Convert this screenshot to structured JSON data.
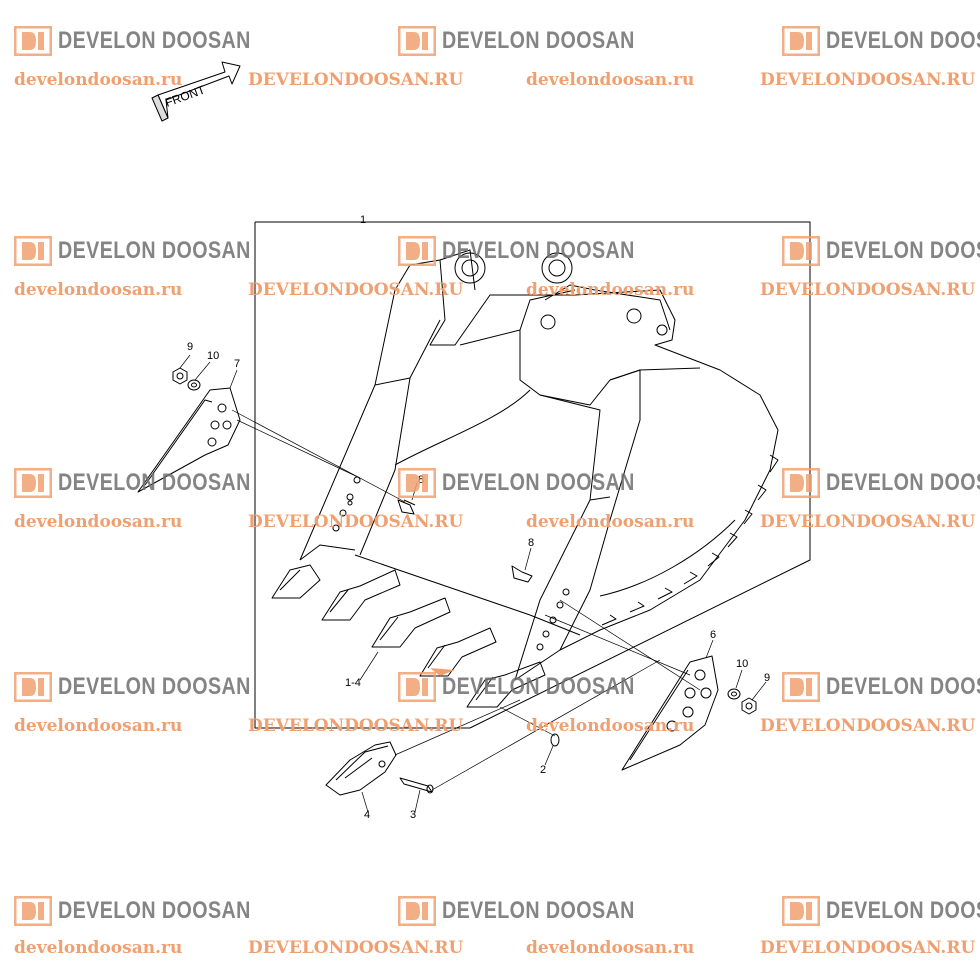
{
  "watermark": {
    "brand": "DEVELON DOOSAN",
    "url_lower": "develondoosan.ru",
    "url_upper": "DEVELONDOOSAN.RU",
    "brand_color": "#6f6f6f",
    "logo_color": "#f0a070"
  },
  "front_arrow": {
    "label": "FRONT"
  },
  "callouts": {
    "bucket_assembly": "1",
    "bolt_left": "8",
    "bolt_right": "8",
    "teeth_group": "1-4",
    "lock_washer_2": "2",
    "pin_3": "3",
    "tooth_4": "4",
    "side_cutter_right": "6",
    "side_cutter_left": "7",
    "washer_left": "10",
    "nut_left": "9",
    "washer_right": "10",
    "nut_right": "9"
  }
}
